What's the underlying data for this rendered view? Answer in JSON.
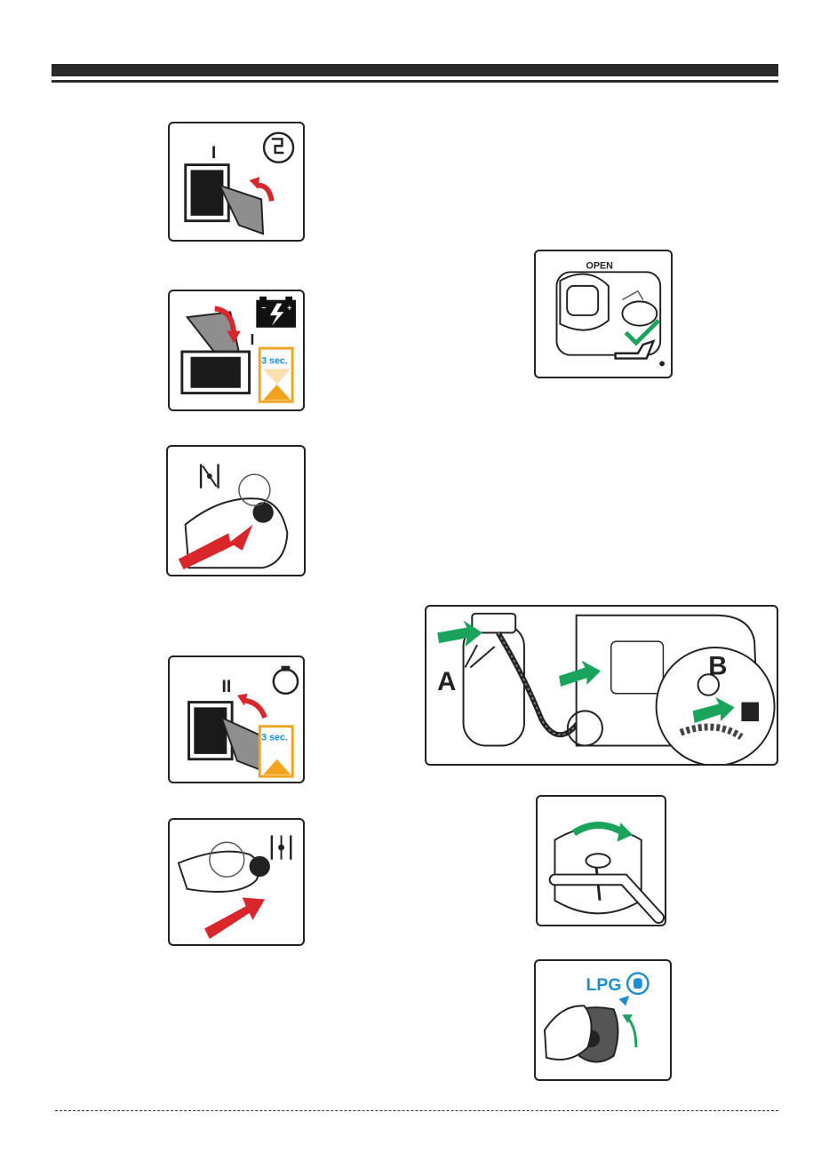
{
  "illustrations": {
    "switch_on": {
      "mark": "I"
    },
    "battery_start": {
      "mark": "I",
      "timer": "3 sec."
    },
    "oil_check": {
      "label": "OPEN"
    },
    "engine_switch": {
      "mark": "II",
      "timer": "3 sec."
    },
    "lpg_hookup": {
      "label_a": "A",
      "label_b": "B"
    },
    "fuel_selector": {
      "label": "LPG"
    }
  },
  "colors": {
    "arrow_red": "#d9262b",
    "arrow_green": "#1aa35b",
    "timer_orange": "#f2a41f",
    "lpg_blue": "#1b8fd6",
    "ink": "#222222",
    "finger_gray": "#8e8e8e"
  },
  "icons": [
    "choke-icon",
    "battery-icon",
    "hourglass-icon",
    "oil-can-icon",
    "checkmark-icon",
    "engine-icon",
    "lpg-tank-icon"
  ]
}
